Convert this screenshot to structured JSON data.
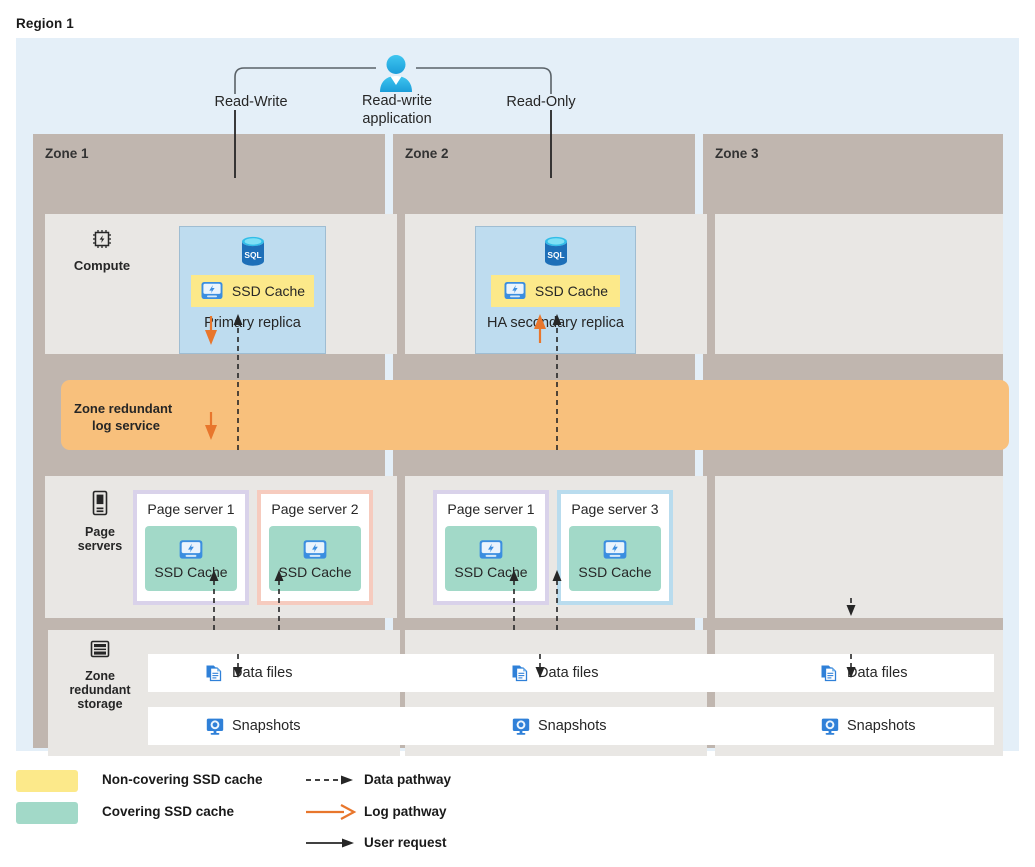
{
  "region": {
    "title": "Region 1"
  },
  "application": {
    "icon": "user-icon",
    "label": "Read-write\napplication",
    "label_line1": "Read-write",
    "label_line2": "application",
    "left_path_label": "Read-Write",
    "right_path_label": "Read-Only"
  },
  "zones": [
    {
      "name": "Zone 1"
    },
    {
      "name": "Zone 2"
    },
    {
      "name": "Zone 3"
    }
  ],
  "rows": {
    "compute": {
      "label": "Compute",
      "icon": "chip-icon"
    },
    "page_servers": {
      "label_line1": "Page",
      "label_line2": "servers",
      "icon": "server-icon"
    },
    "storage": {
      "label_line1": "Zone",
      "label_line2": "redundant",
      "label_line3": "storage",
      "icon": "storage-icon"
    }
  },
  "replicas": [
    {
      "name": "Primary replica",
      "cache_label": "SSD Cache",
      "zone": "Zone 1",
      "db_icon": "sql-icon",
      "cache_icon": "ssd-icon"
    },
    {
      "name": "HA secondary replica",
      "cache_label": "SSD Cache",
      "zone": "Zone 2",
      "db_icon": "sql-icon",
      "cache_icon": "ssd-icon"
    }
  ],
  "log_service": {
    "label_line1": "Zone redundant",
    "label_line2": "log service"
  },
  "page_servers": [
    {
      "name": "Page server 1",
      "cache_label": "SSD Cache",
      "zone": "Zone 1",
      "border_color": "#d9d2ea"
    },
    {
      "name": "Page server 2",
      "cache_label": "SSD Cache",
      "zone": "Zone 1",
      "border_color": "#f6cbbe"
    },
    {
      "name": "Page server 1",
      "cache_label": "SSD Cache",
      "zone": "Zone 2",
      "border_color": "#d9d2ea"
    },
    {
      "name": "Page server 3",
      "cache_label": "SSD Cache",
      "zone": "Zone 2",
      "border_color": "#b9dcee"
    }
  ],
  "storage": {
    "data_files_label": "Data files",
    "snapshots_label": "Snapshots",
    "data_files_icon": "data-files-icon",
    "snapshots_icon": "snapshots-icon",
    "columns": 3
  },
  "legend": {
    "items": [
      {
        "label": "Non-covering SSD cache",
        "type": "swatch",
        "color": "#fce98a"
      },
      {
        "label": "Covering SSD cache",
        "type": "swatch",
        "color": "#a2d9c8"
      },
      {
        "label": "Data pathway",
        "type": "dashed-arrow",
        "color": "#262626"
      },
      {
        "label": "Log pathway",
        "type": "solid-arrow",
        "color": "#e8762c"
      },
      {
        "label": "User request",
        "type": "solid-arrow",
        "color": "#262626"
      }
    ]
  },
  "colors": {
    "region_background": "#e4eff8",
    "zone_header": "#c0b6af",
    "band_background": "#e9e7e4",
    "replica_fill": "#bedcef",
    "non_covering_cache": "#fce98a",
    "covering_cache": "#a2d9c8",
    "log_service": "#f8c07c",
    "log_pathway": "#e8762c",
    "data_pathway": "#262626"
  }
}
